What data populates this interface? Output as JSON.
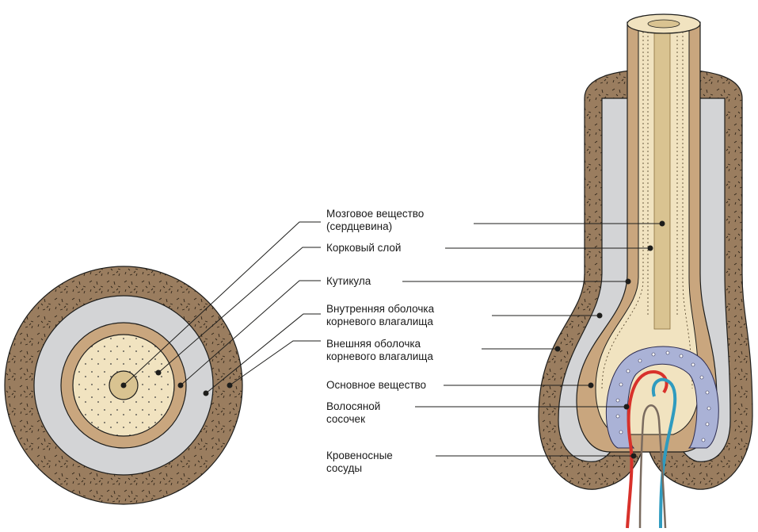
{
  "labels": {
    "medulla_1": "Мозговое вещество",
    "medulla_2": "(сердцевина)",
    "cortex": "Корковый слой",
    "cuticle": "Кутикула",
    "inner_sheath_1": "Внутренняя оболочка",
    "inner_sheath_2": "корневого влагалища",
    "outer_sheath_1": "Внешняя оболочка",
    "outer_sheath_2": "корневого влагалища",
    "matrix": "Основное вещество",
    "papilla_1": "Волосяной",
    "papilla_2": "сосочек",
    "vessels_1": "Кровеносные",
    "vessels_2": "сосуды"
  },
  "colors": {
    "dermis": "#9a7d5f",
    "sheath": "#d3d4d6",
    "cortex": "#c9a67e",
    "medulla": "#f1e3c0",
    "core": "#d9c391",
    "bulb_cells": "#aab2d6",
    "artery": "#d8312b",
    "vein": "#2f9bbf",
    "outline": "#1d1d1b"
  }
}
